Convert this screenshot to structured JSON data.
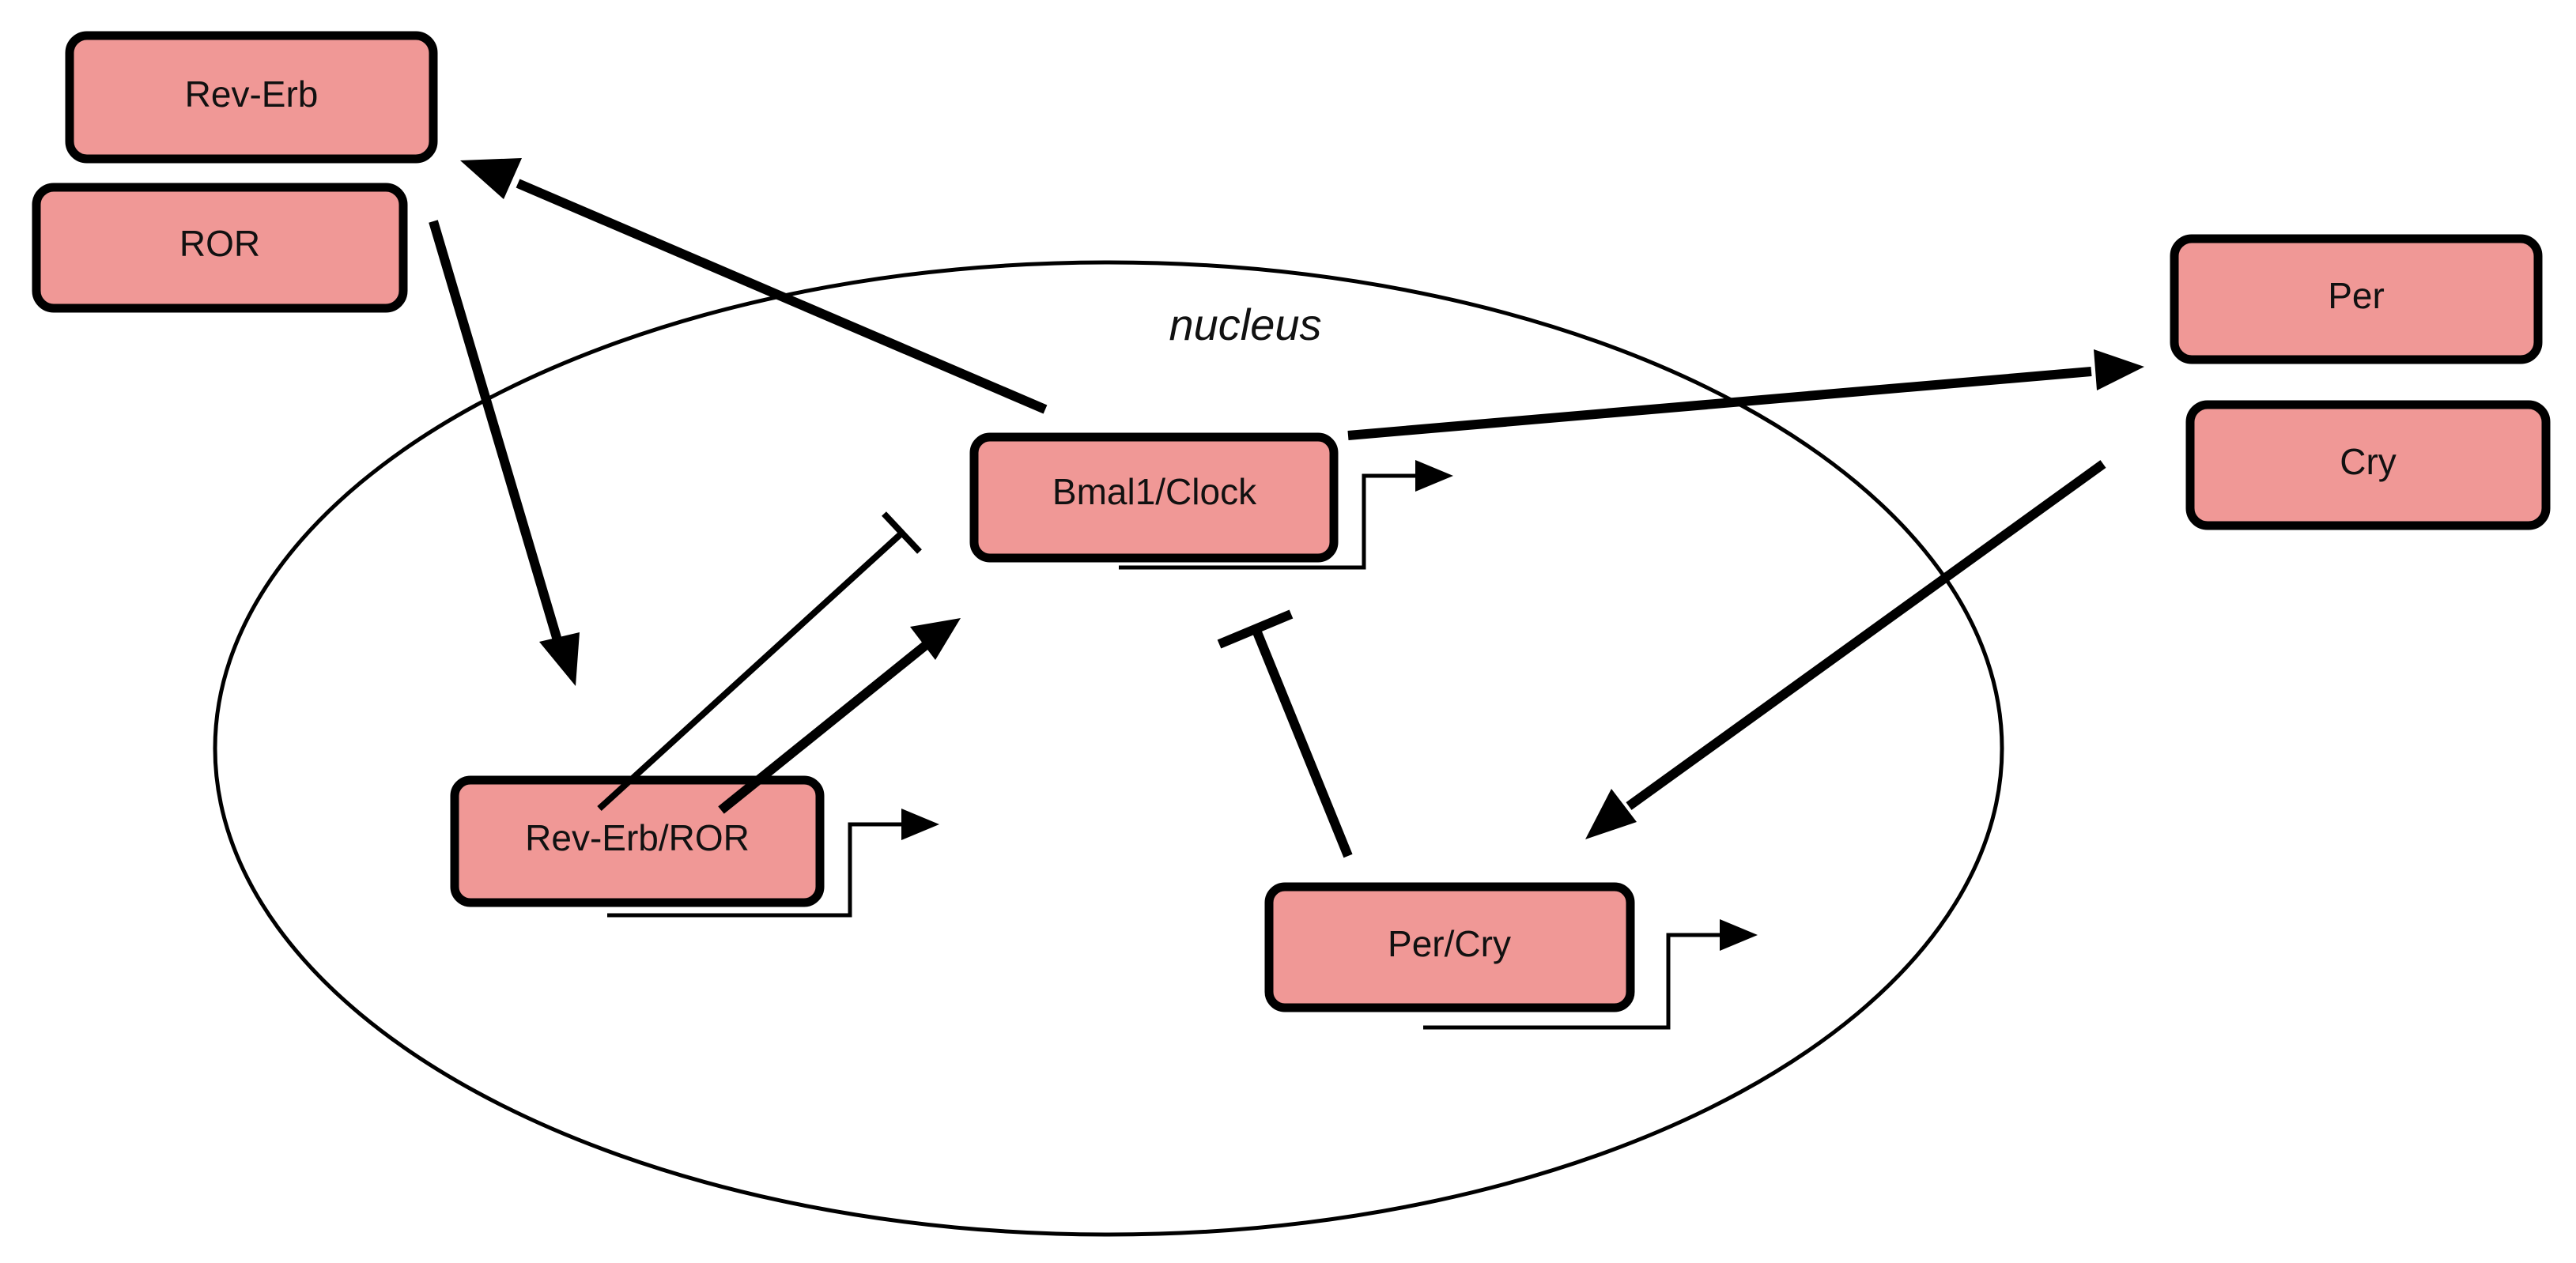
{
  "diagram": {
    "nucleus_label": "nucleus",
    "box_fill": "#f09896",
    "outline_color": "#000000",
    "nodes": {
      "rev_erb": "Rev-Erb",
      "ror": "ROR",
      "per": "Per",
      "cry": "Cry",
      "bmal_clock": "Bmal1/Clock",
      "rev_erb_ror": "Rev-Erb/ROR",
      "per_cry": "Per/Cry"
    }
  }
}
